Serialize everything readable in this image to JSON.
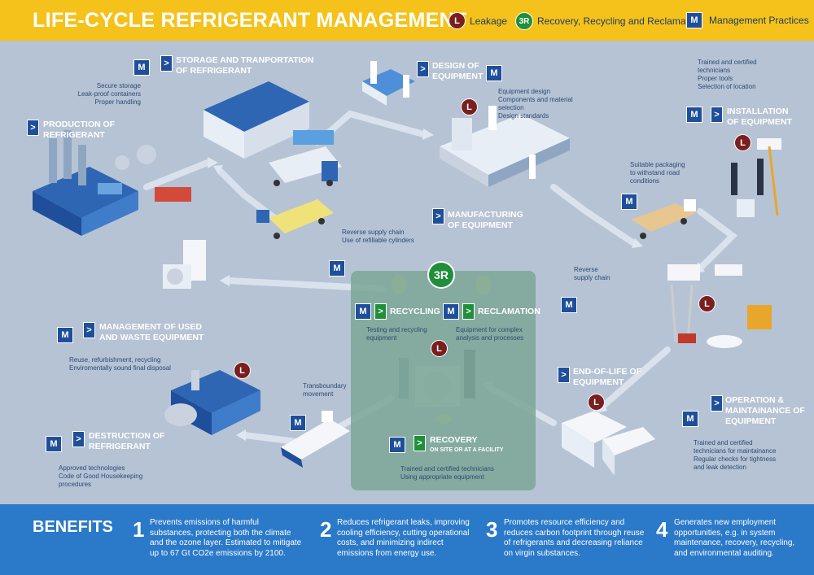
{
  "title": "LIFE-CYCLE REFRIGERANT MANAGEMENT",
  "legend": {
    "leakage_badge": "L",
    "leakage_label": "Leakage",
    "recovery_badge": "3R",
    "recovery_label": "Recovery, Recycling and Reclamation",
    "management_badge": "M",
    "management_label": "Management Practices"
  },
  "badges": {
    "L": "L",
    "M": "M",
    "arrow": ">",
    "threeR": "3R"
  },
  "stages": {
    "production": "PRODUCTION OF REFRIGERANT",
    "storage": "STORAGE AND TRANPORTATION OF REFRIGERANT",
    "design": "DESIGN OF EQUIPMENT",
    "manufacturing": "MANUFACTURING OF EQUIPMENT",
    "installation": "INSTALLATION OF EQUIPMENT",
    "operation": "OPERATION & MAINTAINANCE OF EQUIPMENT",
    "end_of_life": "END-OF-LIFE OF EQUIPMENT",
    "recycling": "RECYCLING",
    "reclamation": "RECLAMATION",
    "recovery": "RECOVERY",
    "recovery_sub": "ON SITE OR AT A FACILITY",
    "management_used": "MANAGEMENT OF USED AND WASTE EQUIPMENT",
    "destruction": "DESTRUCTION OF REFRIGERANT"
  },
  "notes": {
    "storage": [
      "Secure storage",
      "Leak-proof containers",
      "Proper handling"
    ],
    "design": [
      "Equipment design",
      "Components and material",
      "selection",
      "Design standards"
    ],
    "installation": [
      "Trained and certified",
      "technicians",
      "Proper tools",
      "Selection of location"
    ],
    "packaging": [
      "Suitable packaging",
      "to withstand road",
      "conditions"
    ],
    "reverse_supply": [
      "Reverse supply chain",
      "Use of refillable cylinders"
    ],
    "reverse_supply2": [
      "Reverse",
      "supply chain"
    ],
    "recycling": [
      "Testing and recycling",
      "equipment"
    ],
    "reclamation": [
      "Equipment for complex",
      "analysis and processes"
    ],
    "management_used": [
      "Reuse, refurbishment, recycling",
      "Enviromentally sound final disposal"
    ],
    "transboundary": [
      "Transboundary",
      "movement"
    ],
    "destruction": [
      "Approved technologies",
      "Code of Good Housekeeping",
      "procedures"
    ],
    "recovery": [
      "Trained and certified technicians",
      "Using appropriate equipment"
    ],
    "operation": [
      "Trained and certified",
      "technicians for maintainance",
      "Regular checks for tightness",
      "and leak detection"
    ]
  },
  "benefits": {
    "title": "BENEFITS",
    "items": [
      {
        "num": "1",
        "text": "Prevents emissions of harmful substances, protecting both the climate and the ozone layer. Estimated to mitigate up to 67 Gt CO2e emissions by 2100."
      },
      {
        "num": "2",
        "text": "Reduces refrigerant leaks, improving cooling efficiency, cutting operational costs, and minimizing indirect emissions from energy use."
      },
      {
        "num": "3",
        "text": "Promotes resource efficiency and reduces carbon footprint through reuse of refrigerants and decreasing reliance on virgin substances."
      },
      {
        "num": "4",
        "text": "Generates new employment opportunities, e.g. in system maintenance, recovery, recycling, and environmental auditing."
      }
    ]
  },
  "colors": {
    "header": "#f5c21c",
    "background": "#b6c3d4",
    "footer": "#2b79c9",
    "leakage": "#7a1f1f",
    "recovery": "#1f8f3a",
    "management": "#1f4f9a",
    "panel": "#7fa99a"
  }
}
